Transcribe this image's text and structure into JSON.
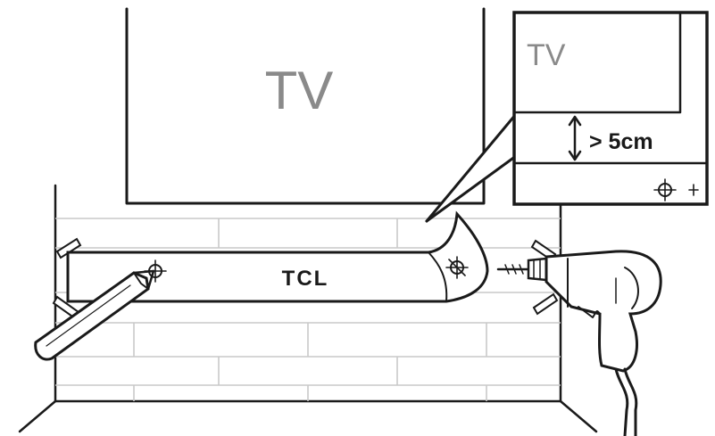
{
  "tv": {
    "label": "TV"
  },
  "detail": {
    "tv_label": "TV",
    "clearance_label": "> 5cm"
  },
  "template": {
    "brand": "TCL"
  }
}
